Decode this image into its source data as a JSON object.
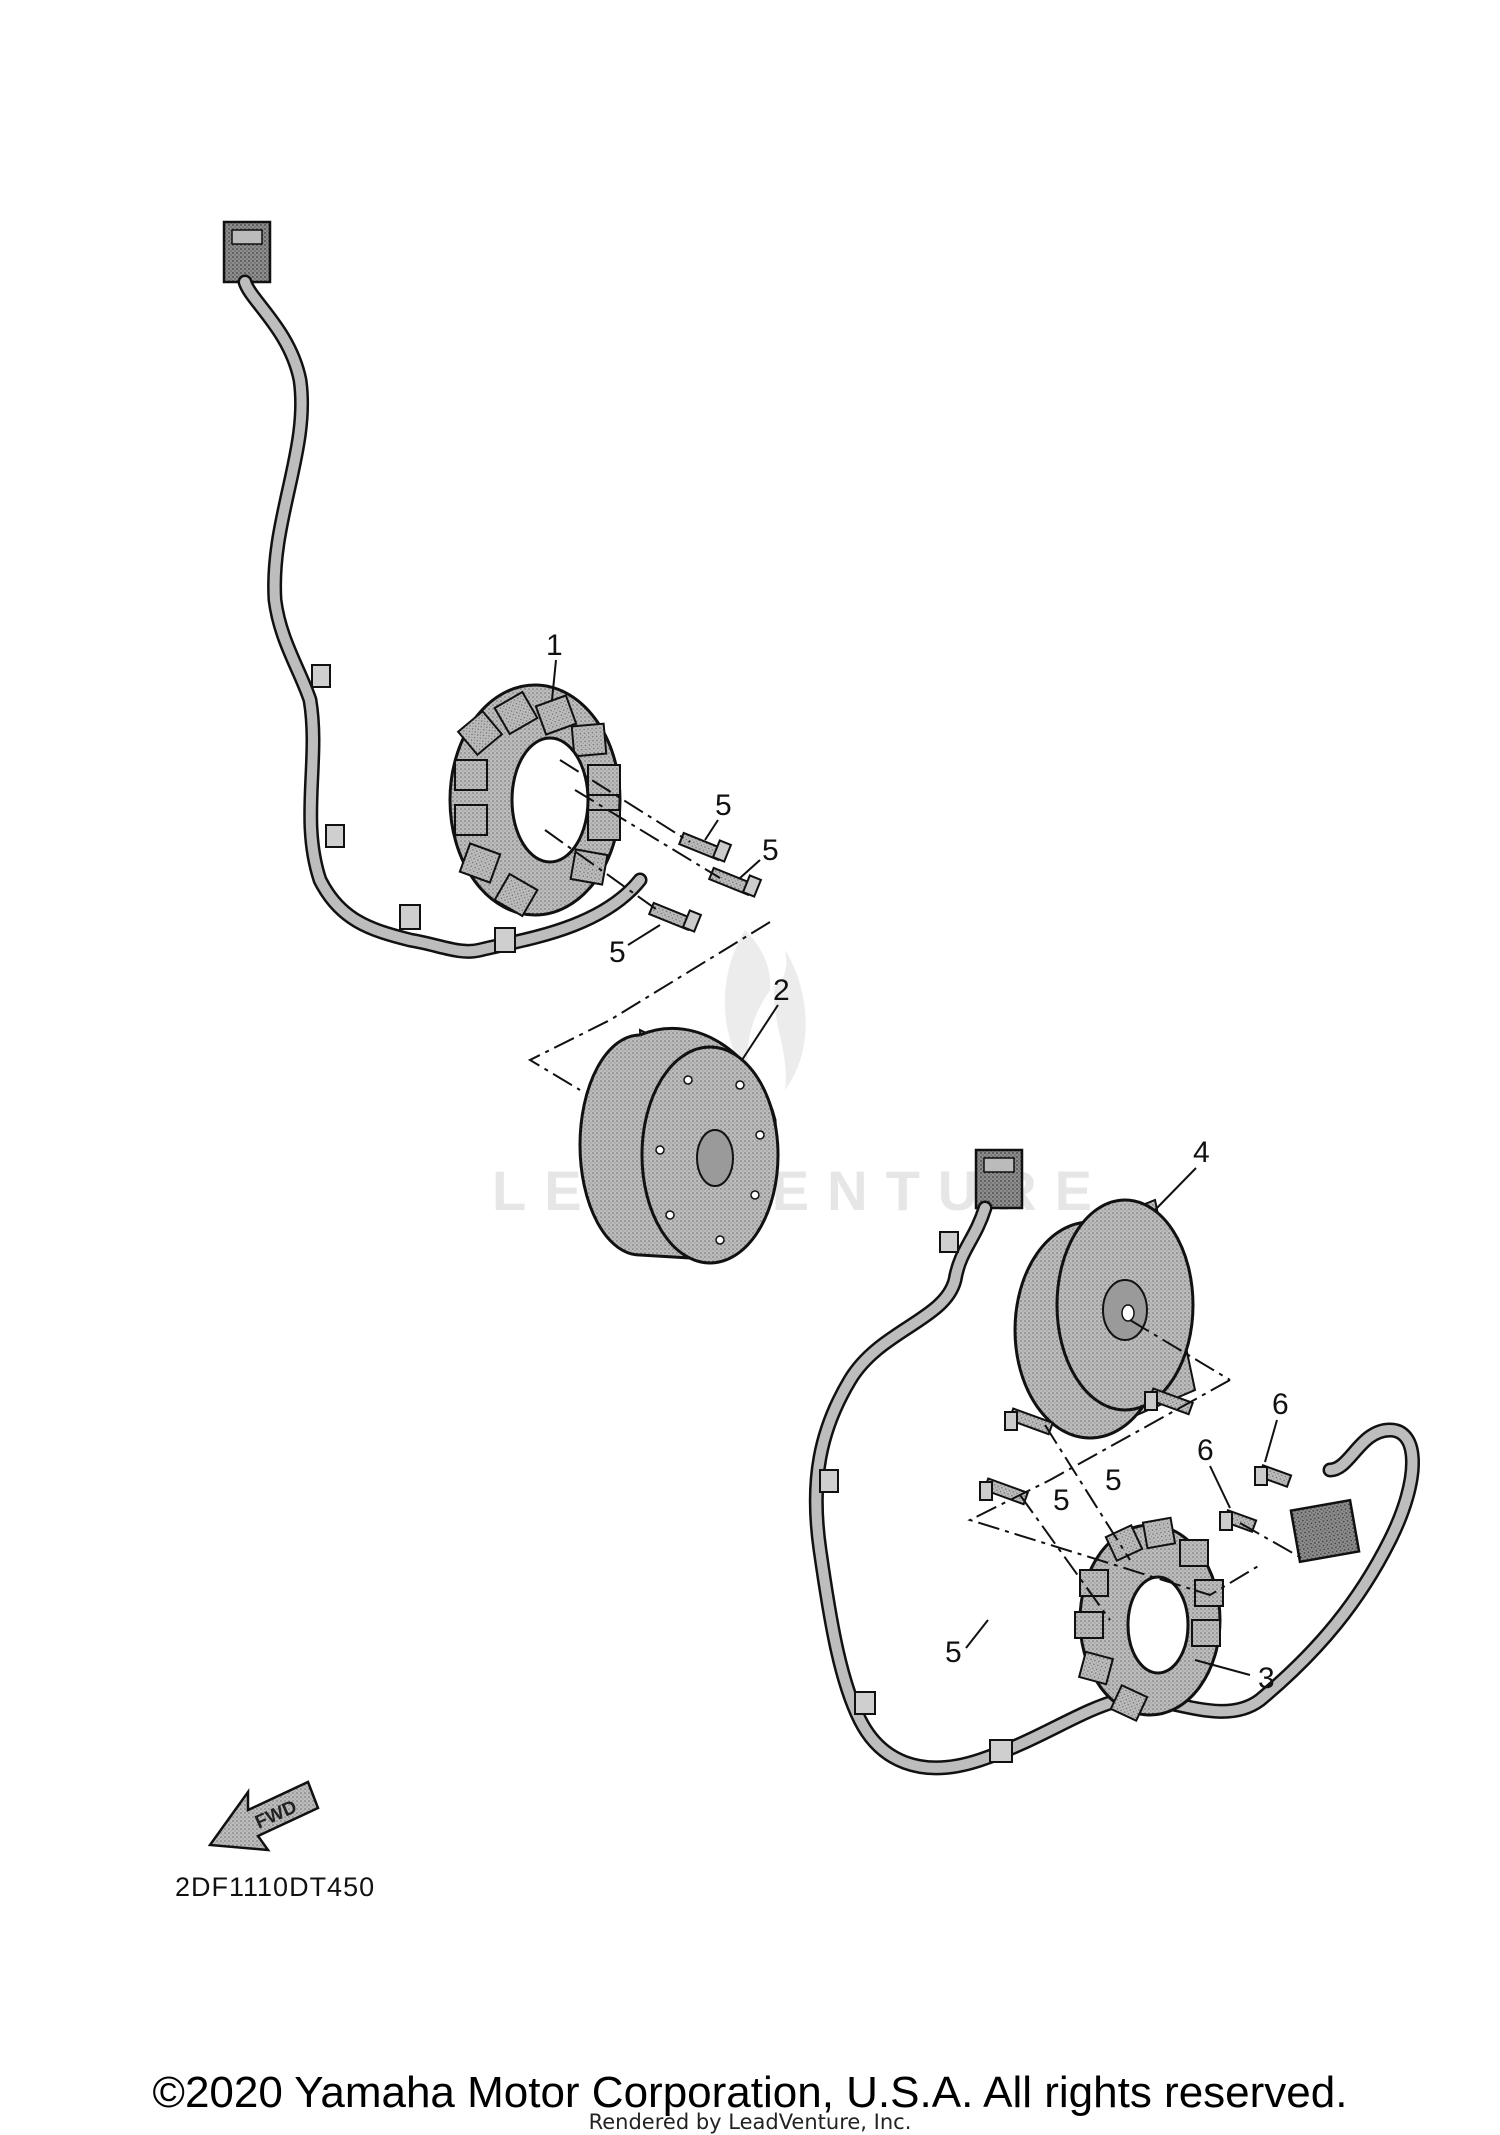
{
  "watermark": "LEADVENTURE",
  "callouts": {
    "c1": "1",
    "c2": "2",
    "c3": "3",
    "c4": "4",
    "c5a": "5",
    "c5b": "5",
    "c5c": "5",
    "c5d": "5",
    "c5e": "5",
    "c5f": "5",
    "c6a": "6",
    "c6b": "6"
  },
  "fwd_label": "FWD",
  "part_code": "2DF1110DT450",
  "copyright": "©2020 Yamaha Motor Corporation, U.S.A. All rights reserved.",
  "rendered_by": "Rendered by LeadVenture, Inc."
}
